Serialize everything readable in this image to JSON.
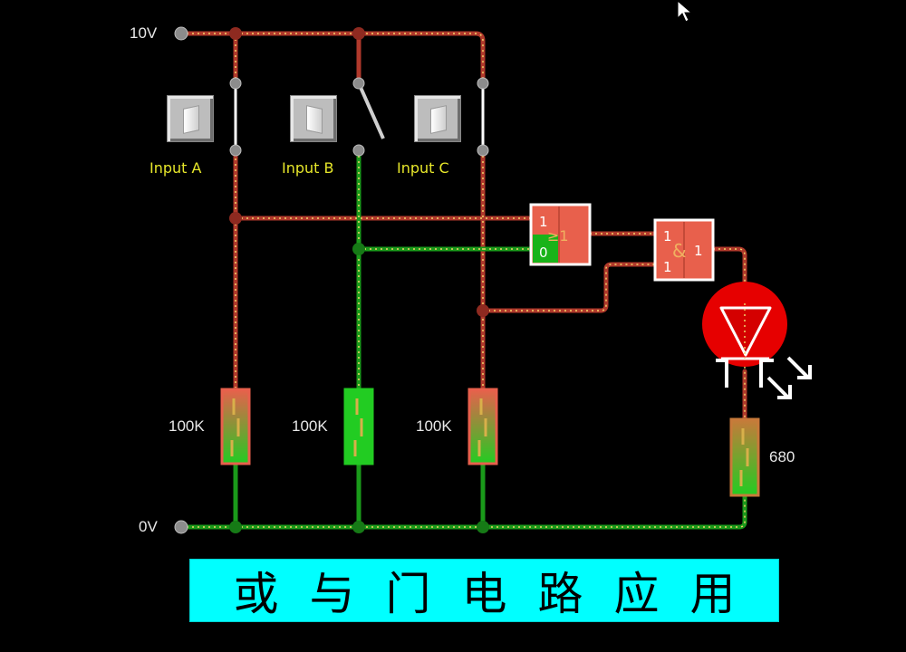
{
  "supply": {
    "high_label": "10V",
    "low_label": "0V"
  },
  "inputs": [
    {
      "id": "A",
      "label": "Input A"
    },
    {
      "id": "B",
      "label": "Input B"
    },
    {
      "id": "C",
      "label": "Input C"
    }
  ],
  "resistors": [
    {
      "id": "RA",
      "label": "100K"
    },
    {
      "id": "RB",
      "label": "100K"
    },
    {
      "id": "RC",
      "label": "100K"
    },
    {
      "id": "RLED",
      "label": "680"
    }
  ],
  "gates": {
    "or_gate": {
      "symbol": "≥1",
      "in1": "1",
      "in2": "0"
    },
    "and_gate": {
      "symbol": "&",
      "in1": "1",
      "in2": "1",
      "out": "1"
    }
  },
  "title": "或与门电路应用",
  "colors": {
    "high_wire": "#c0392b",
    "low_wire": "#1aa81a",
    "gate_fill": "#e8604c",
    "led_on": "#e60000",
    "title_bg": "#00ffff"
  }
}
